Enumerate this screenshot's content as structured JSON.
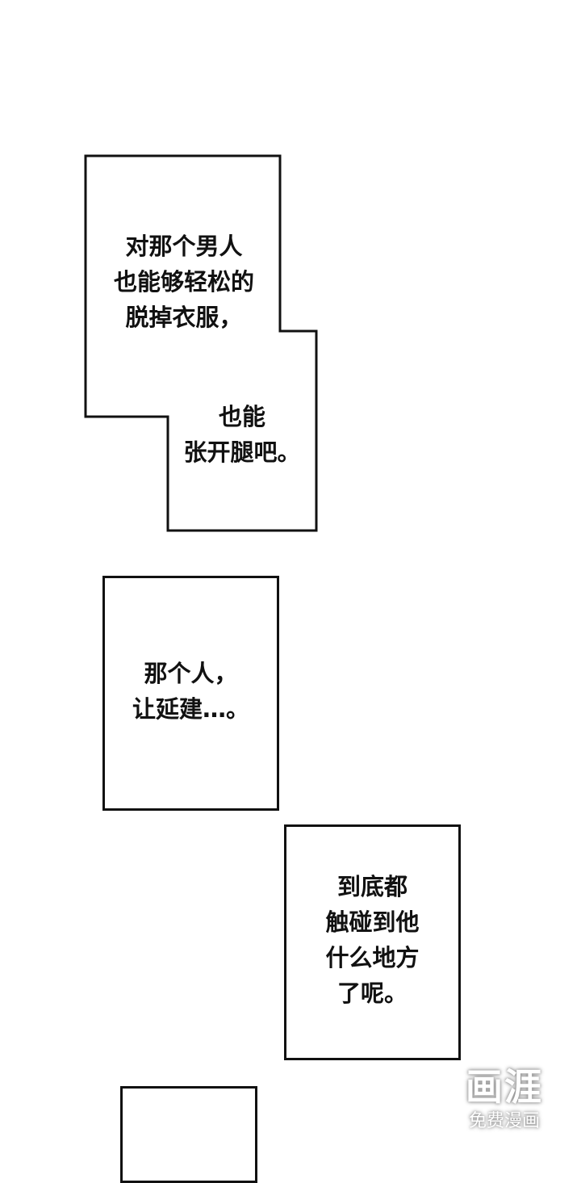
{
  "panels": [
    {
      "lines": [
        "对那个男人",
        "也能够轻松的",
        "脱掉衣服，"
      ]
    },
    {
      "lines": [
        "也能",
        "张开腿吧。"
      ]
    },
    {
      "lines": [
        "那个人，",
        "让延建…。"
      ]
    },
    {
      "lines": [
        "到底都",
        "触碰到他",
        "什么地方",
        "了呢。"
      ]
    }
  ],
  "watermark": {
    "title": "画涯",
    "subtitle": "免费漫画"
  }
}
